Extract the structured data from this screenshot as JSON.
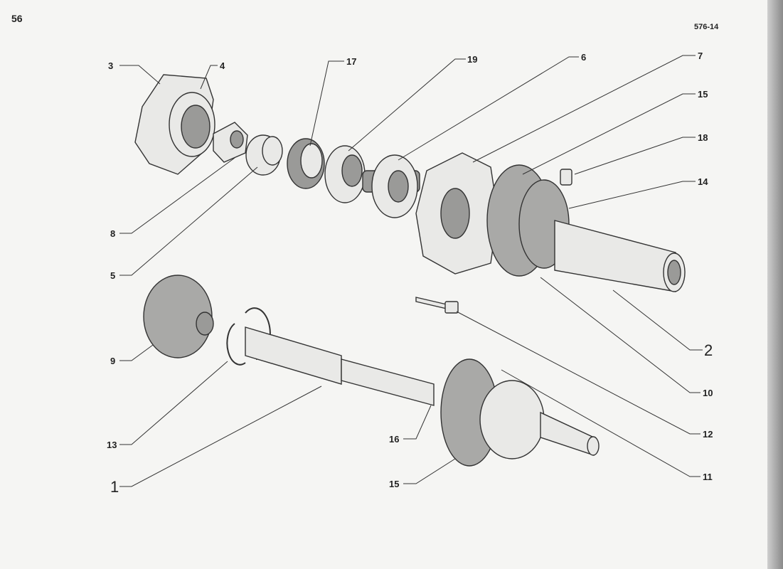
{
  "page_number": "56",
  "figure_ref": "576-14",
  "callouts": {
    "c1": "1",
    "c2": "2",
    "c3": "3",
    "c4": "4",
    "c5": "5",
    "c6": "6",
    "c7": "7",
    "c8": "8",
    "c9": "9",
    "c10": "10",
    "c11": "11",
    "c12": "12",
    "c13": "13",
    "c14": "14",
    "c15a": "15",
    "c15b": "15",
    "c16": "16",
    "c17": "17",
    "c18": "18",
    "c19": "19"
  }
}
